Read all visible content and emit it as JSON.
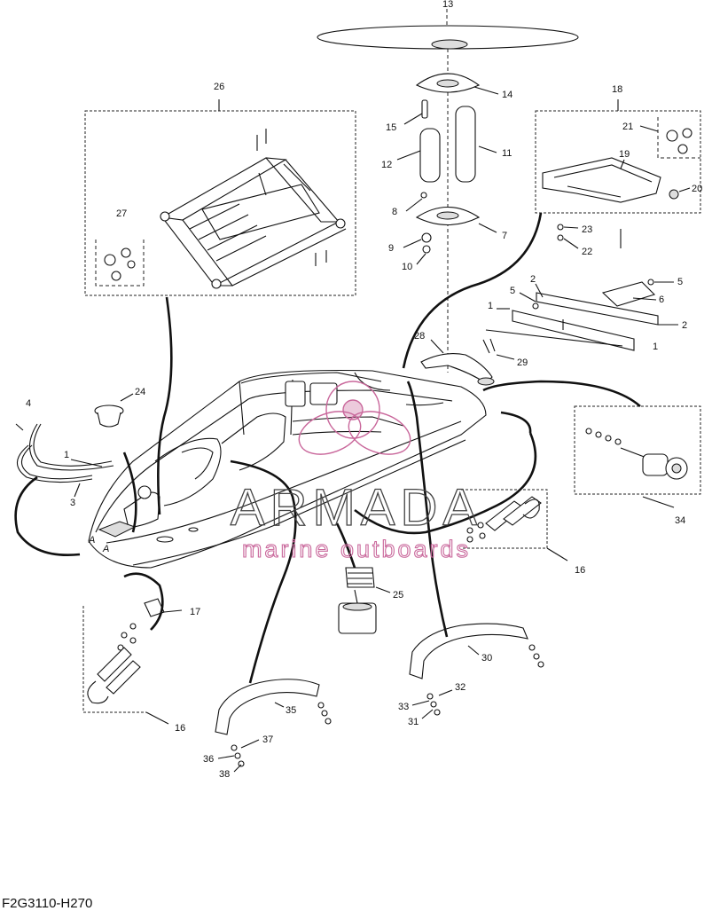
{
  "diagram_code": "F2G3110-H270",
  "watermark": {
    "brand": "ARMADA",
    "tagline": "marine outboards",
    "color_logo": "#c9679b"
  },
  "part_numbers": [
    "1",
    "2",
    "3",
    "4",
    "5",
    "6",
    "7",
    "8",
    "9",
    "10",
    "11",
    "12",
    "13",
    "14",
    "15",
    "16",
    "17",
    "18",
    "19",
    "20",
    "21",
    "22",
    "23",
    "24",
    "25",
    "26",
    "27",
    "28",
    "29",
    "30",
    "31",
    "32",
    "33",
    "34",
    "35",
    "36",
    "37",
    "38"
  ],
  "hull_marks": [
    "A",
    "A"
  ]
}
